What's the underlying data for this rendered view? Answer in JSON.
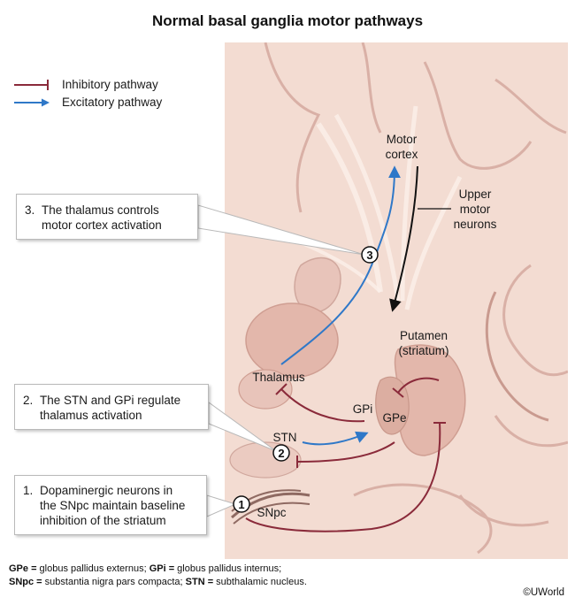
{
  "title": "Normal basal ganglia motor pathways",
  "legend": {
    "inhibitory": "Inhibitory pathway",
    "excitatory": "Excitatory pathway"
  },
  "colors": {
    "inhibitory": "#8a2a3a",
    "excitatory": "#2f78c8",
    "brain_tissue": "#f3dcd2",
    "deep_nuclei": "#e3b7ab",
    "upper_motor_neurons": "#111111"
  },
  "labels": {
    "motor_cortex_line1": "Motor",
    "motor_cortex_line2": "cortex",
    "umn_line1": "Upper",
    "umn_line2": "motor",
    "umn_line3": "neurons",
    "putamen_line1": "Putamen",
    "putamen_line2": "(striatum)",
    "thalamus": "Thalamus",
    "gpi": "GPi",
    "gpe": "GPe",
    "stn": "STN",
    "snpc": "SNpc"
  },
  "markers": {
    "m1": "1",
    "m2": "2",
    "m3": "3"
  },
  "callouts": {
    "c3": {
      "num": "3.",
      "line1": "The thalamus controls",
      "line2": "motor cortex activation"
    },
    "c2": {
      "num": "2.",
      "line1": "The STN and GPi regulate",
      "line2": "thalamus activation"
    },
    "c1": {
      "num": "1.",
      "line1": "Dopaminergic neurons in",
      "line2": "the SNpc maintain baseline",
      "line3": "inhibition of the striatum"
    }
  },
  "footnote": {
    "gpe_abbr": "GPe =",
    "gpe_def": " globus pallidus externus; ",
    "gpi_abbr": "GPi =",
    "gpi_def": " globus pallidus internus;",
    "snpc_abbr": "SNpc =",
    "snpc_def": " substantia nigra pars compacta; ",
    "stn_abbr": "STN =",
    "stn_def": " subthalamic nucleus."
  },
  "copyright": "©UWorld"
}
